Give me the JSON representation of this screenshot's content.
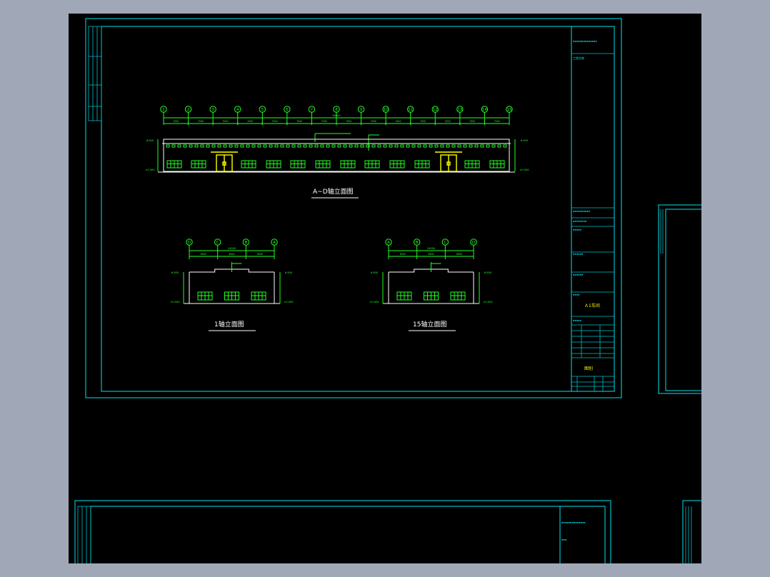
{
  "drawing": {
    "main_elevation_caption": "A~D轴立面图",
    "end_elevation_left_caption": "1轴立面图",
    "end_elevation_right_caption": "15轴立面图",
    "axes_long": [
      "1",
      "2",
      "3",
      "4",
      "5",
      "6",
      "7",
      "8",
      "9",
      "10",
      "11",
      "12",
      "13",
      "14",
      "15"
    ],
    "axes_end_left": [
      "D",
      "C",
      "B",
      "A"
    ],
    "axes_end_right": [
      "A",
      "B",
      "C",
      "D"
    ],
    "total_dim_long": "98000",
    "bay_dim": "7000",
    "total_dim_end": "24000",
    "end_bay_dims": [
      "8000",
      "8000",
      "8000"
    ],
    "level_top": "6.900",
    "level_ground": "±0.000"
  },
  "title_block": {
    "project_label": "工程名称",
    "drawing_name": "Ａ1车间",
    "sheet_label": "图别"
  },
  "colors": {
    "frame": "#00e5ee",
    "geometry": "#22ff22",
    "outline": "#ffffff",
    "doors": "#ffff00",
    "background": "#000000",
    "workspace": "#a0a8b8"
  }
}
